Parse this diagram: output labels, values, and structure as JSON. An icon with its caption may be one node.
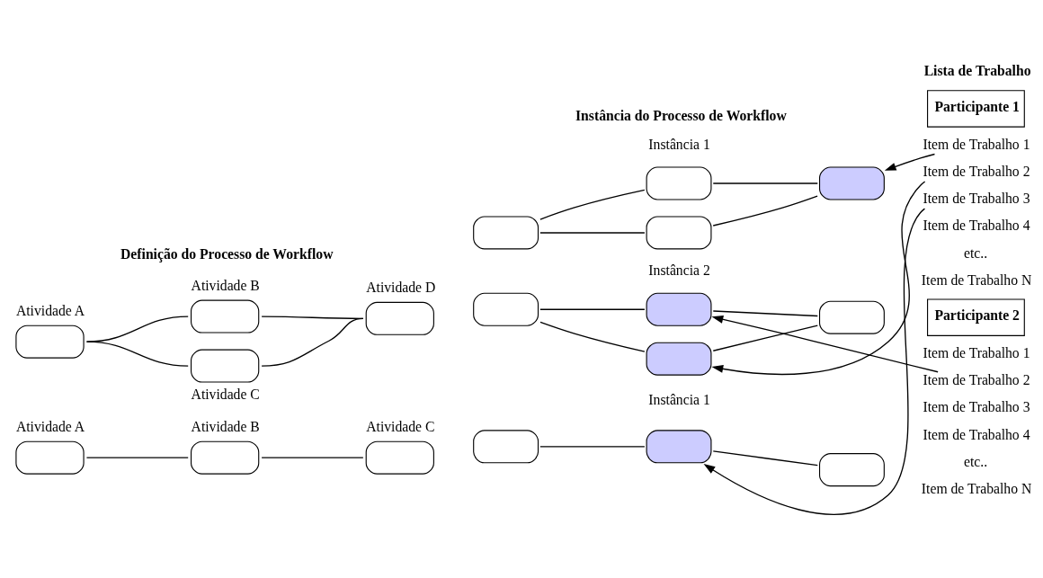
{
  "diagram": {
    "nodes": [
      {
        "text": [],
        "shape": "box",
        "beside": [
          "Atividade A"
        ]
      },
      {
        "text": [],
        "shape": "box",
        "beside": [
          "Atividade B"
        ]
      },
      {
        "text": [],
        "shape": "box",
        "beside": [
          "Atividade C"
        ]
      },
      {
        "text": [],
        "shape": "box",
        "beside": [
          "Atividade D"
        ]
      },
      {
        "text": [],
        "shape": "box"
      },
      {
        "text": [],
        "shape": "box"
      },
      {
        "text": [],
        "shape": "box"
      },
      {
        "text": [],
        "shape": "box"
      },
      {
        "text": [],
        "shape": "box"
      },
      {
        "text": [],
        "shape": "box"
      },
      {
        "text": [],
        "shape": "box"
      },
      {
        "text": [],
        "shape": "box"
      },
      {
        "text": [],
        "shape": "box",
        "beside": [
          "Atividade A"
        ]
      },
      {
        "text": [],
        "shape": "box",
        "beside": [
          "Atividade B"
        ]
      },
      {
        "text": [],
        "shape": "box",
        "beside": [
          "Atividade C"
        ]
      },
      {
        "text": [],
        "shape": "box"
      },
      {
        "text": [],
        "shape": "box"
      },
      {
        "text": [],
        "shape": "box"
      },
      {
        "text": [
          "Participante 1"
        ]
      },
      {
        "text": [
          "Item de Trabalho 1"
        ]
      },
      {
        "text": [
          "Item de Trabalho 2"
        ]
      },
      {
        "text": [
          "Item de Trabalho 3"
        ]
      },
      {
        "text": [
          "Participante 2"
        ]
      },
      {
        "text": [
          "Item de Trabalho 2"
        ]
      }
    ],
    "edges": [
      {
        "from": 0,
        "to": 1,
        "arrow": "none"
      },
      {
        "from": 0,
        "to": 2,
        "arrow": "none"
      },
      {
        "from": 1,
        "to": 3,
        "arrow": "none"
      },
      {
        "from": 2,
        "to": 3,
        "arrow": "none"
      },
      {
        "from": 4,
        "to": 5,
        "arrow": "none"
      },
      {
        "from": 4,
        "to": 6,
        "arrow": "none"
      },
      {
        "from": 5,
        "to": 7,
        "arrow": "none"
      },
      {
        "from": 6,
        "to": 7,
        "arrow": "none"
      },
      {
        "from": 8,
        "to": 9,
        "arrow": "none"
      },
      {
        "from": 8,
        "to": 10,
        "arrow": "none"
      },
      {
        "from": 9,
        "to": 11,
        "arrow": "none"
      },
      {
        "from": 10,
        "to": 11,
        "arrow": "none"
      },
      {
        "from": 12,
        "to": 13,
        "arrow": "none"
      },
      {
        "from": 13,
        "to": 14,
        "arrow": "none"
      },
      {
        "from": 15,
        "to": 16,
        "arrow": "none"
      },
      {
        "from": 16,
        "to": 17,
        "arrow": "none"
      },
      {
        "from": 19,
        "to": 7,
        "arrow": "to"
      },
      {
        "from": 20,
        "to": 10,
        "arrow": "to"
      },
      {
        "from": 21,
        "to": 16,
        "arrow": "to"
      },
      {
        "from": 23,
        "to": 9,
        "arrow": "to"
      }
    ],
    "labels": [
      "Definição do Processo de Workflow",
      "Instância do Processo de Workflow",
      "Lista de Trabalho",
      "Instância 1",
      "Instância 2",
      "Instância 1",
      "Item de Trabalho 4",
      "etc..",
      "Item de Trabalho N",
      "Item de Trabalho 1",
      "Item de Trabalho 3",
      "Item de Trabalho 4",
      "etc..",
      "Item de Trabalho N"
    ]
  }
}
